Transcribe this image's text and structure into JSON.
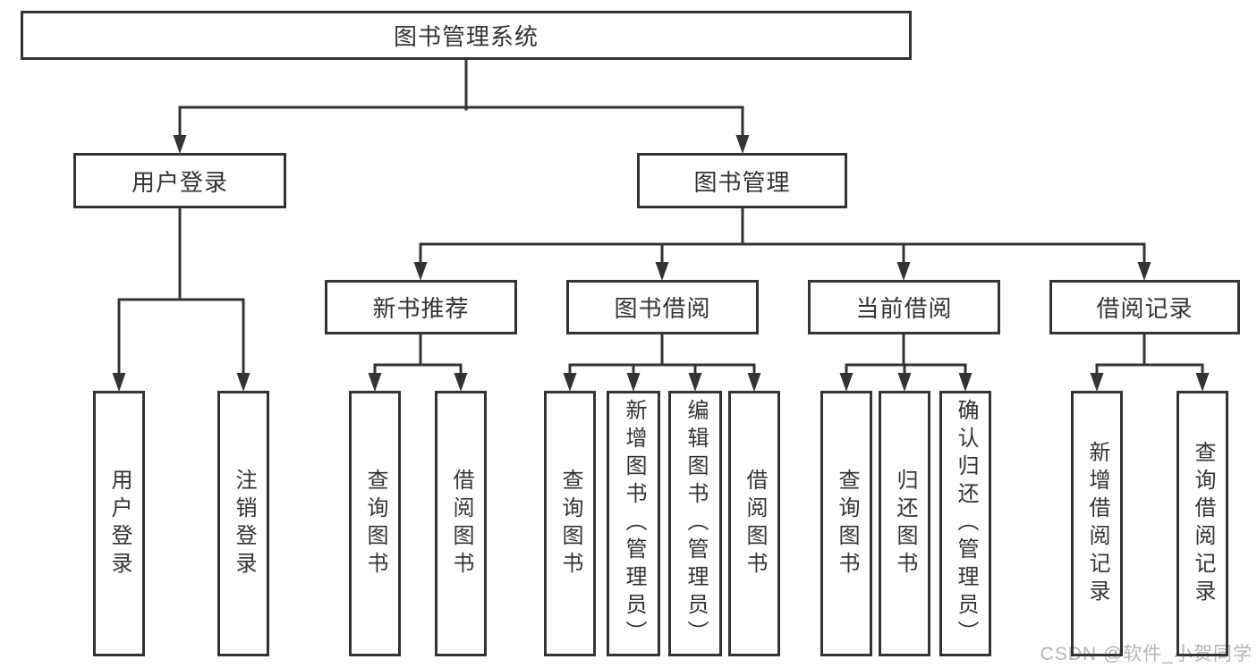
{
  "tree": {
    "root": "图书管理系统",
    "branches": [
      {
        "label": "用户登录",
        "leaves": [
          "用户登录",
          "注销登录"
        ]
      },
      {
        "label": "图书管理",
        "groups": [
          {
            "label": "新书推荐",
            "leaves": [
              "查询图书",
              "借阅图书"
            ]
          },
          {
            "label": "图书借阅",
            "leaves": [
              "查询图书",
              "新增图书（管理员）",
              "编辑图书（管理员）",
              "借阅图书"
            ]
          },
          {
            "label": "当前借阅",
            "leaves": [
              "查询图书",
              "归还图书",
              "确认归还（管理员）"
            ]
          },
          {
            "label": "借阅记录",
            "leaves": [
              "新增借阅记录",
              "查询借阅记录"
            ]
          }
        ]
      }
    ]
  },
  "watermark": "CSDN @软件_小贺同学",
  "colors": {
    "line": "#333333",
    "text": "#333333",
    "box_fill": "#ffffff",
    "watermark": "#b5b5b5",
    "background": "#ffffff"
  }
}
